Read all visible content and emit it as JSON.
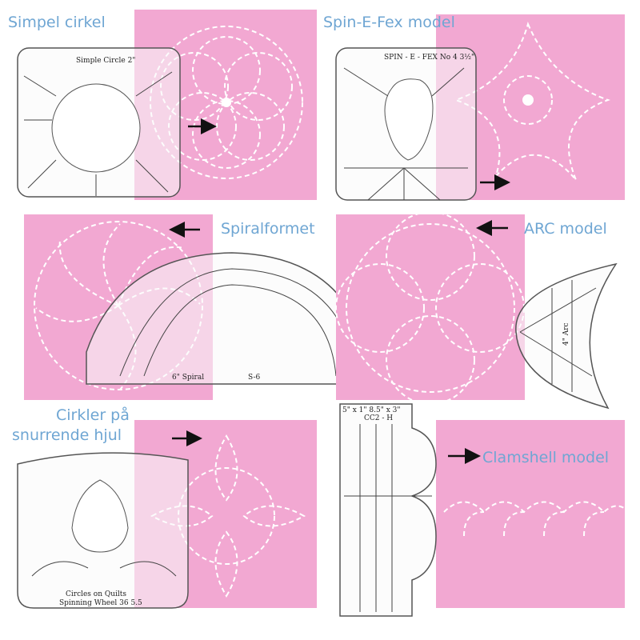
{
  "labels": {
    "simple": "Simpel cirkel",
    "spin": "Spin-E-Fex model",
    "spiral": "Spiralformet",
    "arc": "ARC model",
    "wheel_line1": "Cirkler på",
    "wheel_line2": "snurrende hjul",
    "clamshell": "Clamshell model"
  },
  "ruler_text": {
    "simple": "Simple Circle 2\"",
    "spin": "SPIN - E - FEX   No 4   3½\"",
    "spiral": "6\"  Spiral",
    "spiral_code": "S-6",
    "arc": "4\" Arc",
    "wheel_line1": "Circles on Quilts",
    "wheel_line2": "Spinning Wheel 36 5.5",
    "clam_sizes": "5\" x 1\"   8.5\" x 3\"",
    "clam_code": "CC2 - H"
  },
  "colors": {
    "pink": "#f2a8d2",
    "label": "#6fa6d3"
  }
}
